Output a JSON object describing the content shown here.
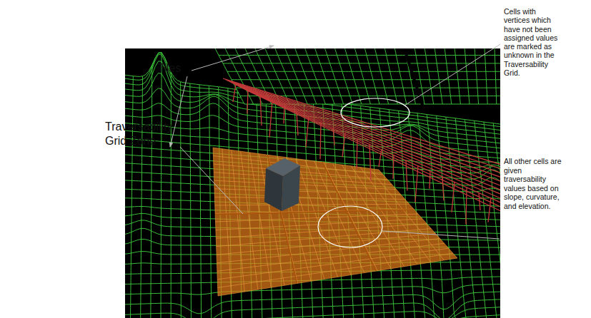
{
  "diagram": {
    "labels": [
      "Tiles",
      "Traversability Grid Zone",
      "Cells with vertices which have not been assigned values are marked as unknown in the Traversability Grid.",
      "All other cells are given traversability values based on slope, curvature, and elevation."
    ]
  }
}
